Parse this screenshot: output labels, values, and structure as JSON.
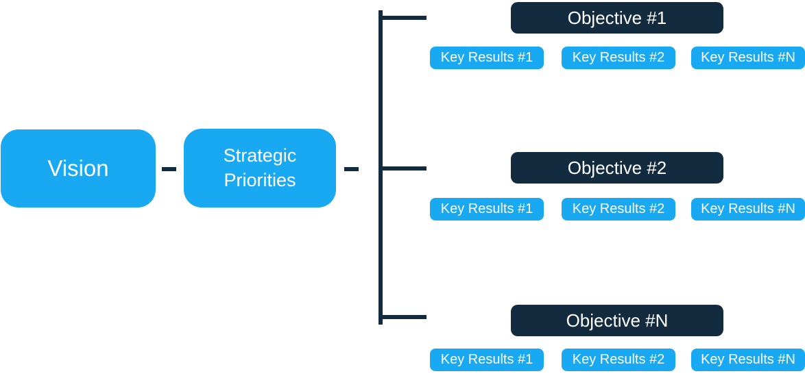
{
  "colors": {
    "accent_blue": "#18A9F2",
    "dark_navy": "#132B3E",
    "background": "#FFFFFF"
  },
  "vision": {
    "label": "Vision"
  },
  "strategic_priorities": {
    "label": "Strategic Priorities"
  },
  "objectives": [
    {
      "label": "Objective #1",
      "key_results": [
        "Key Results #1",
        "Key Results #2",
        "Key Results #N"
      ]
    },
    {
      "label": "Objective #2",
      "key_results": [
        "Key Results #1",
        "Key Results #2",
        "Key Results #N"
      ]
    },
    {
      "label": "Objective #N",
      "key_results": [
        "Key Results #1",
        "Key Results #2",
        "Key Results #N"
      ]
    }
  ]
}
